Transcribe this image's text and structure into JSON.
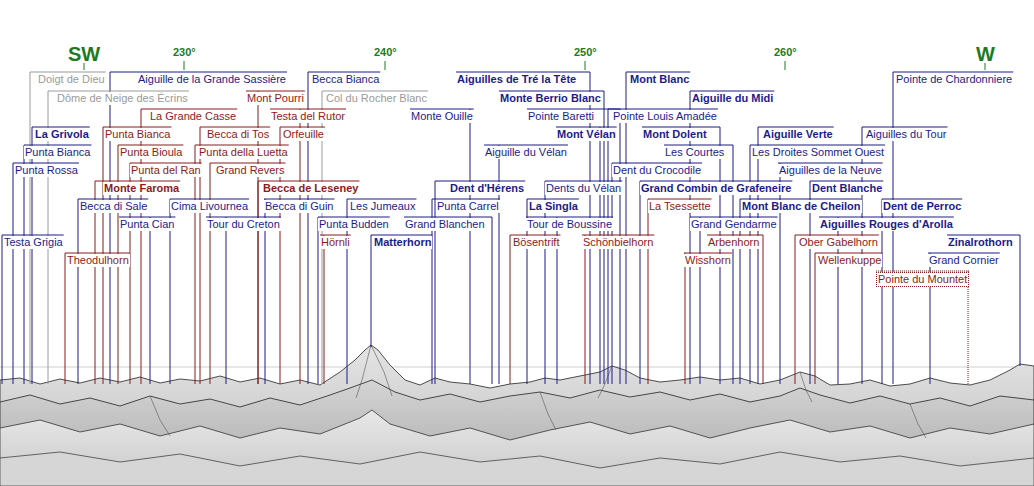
{
  "diagram": {
    "labels": [
      "SW",
      "230°",
      "240°",
      "250°",
      "260°",
      "W",
      "Doigt de Dieu",
      "Aiguille de la Grande Sassière",
      "Becca Bianca",
      "Aiguilles de Tré la Tête",
      "Mont Blanc",
      "Pointe de Chardonniere",
      "Dôme de Neige des Écrins",
      "Mont Pourri",
      "Col du Rocher Blanc",
      "Monte Berrio Blanc",
      "Aiguille du Midi",
      "La Grande Casse",
      "Testa del Rutor",
      "Monte Ouille",
      "Pointe Baretti",
      "Pointe Louis Amadée",
      "La Grivola",
      "Punta Bianca",
      "Becca di Tos",
      "Orfeuille",
      "Mont Vélan",
      "Mont Dolent",
      "Aiguille Verte",
      "Aiguilles du Tour",
      "Punta Bianca",
      "Punta Bioula",
      "Punta della Luetta",
      "Aiguille du Vélan",
      "Les Courtes",
      "Les Droites Sommet Ouest",
      "Punta Rossa",
      "Punta del Ran",
      "Grand Revers",
      "Dent du Crocodile",
      "Aiguilles de la Neuve",
      "Monte Faroma",
      "Becca de Leseney",
      "Dent d'Hérens",
      "Dents du Vélan",
      "Grand Combin de Grafeneire",
      "Dent Blanche",
      "Becca di Sale",
      "Cima Livournea",
      "Becca di Guin",
      "Les Jumeaux",
      "Punta Carrel",
      "La Singla",
      "La Tsessette",
      "Mont Blanc de Cheilon",
      "Dent de Perroc",
      "Punta Cian",
      "Tour du Creton",
      "Punta Budden",
      "Grand Blanchen",
      "Tour de Boussine",
      "Grand Gendarme",
      "Aiguilles Rouges d'Arolla",
      "Testa Grigia",
      "Hörnli",
      "Matterhorn",
      "Bösentrift",
      "Schönbielhorn",
      "Arbenhorn",
      "Ober Gabelhorn",
      "Zinalrothorn",
      "Theodulhorn",
      "Wisshorn",
      "Wellenkuppe",
      "Grand Cornier",
      "Pointe du Mountet"
    ]
  }
}
